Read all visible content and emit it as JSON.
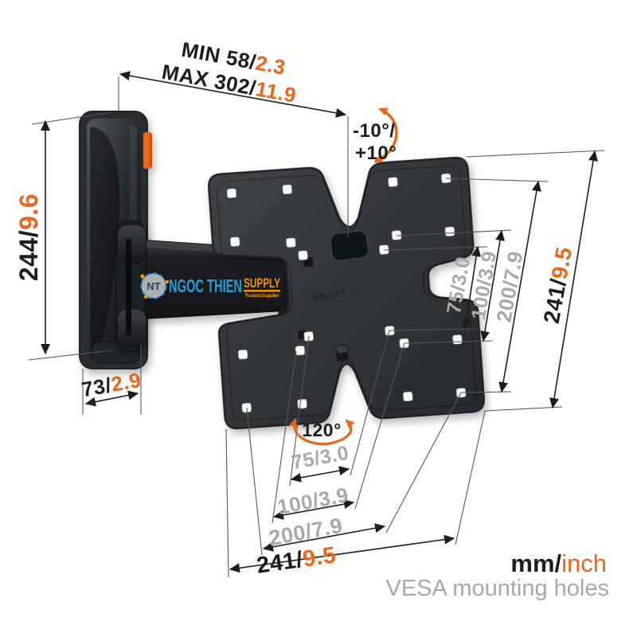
{
  "page": {
    "background": "#ffffff"
  },
  "colors": {
    "accent_orange": "#e8671e",
    "dim_black": "#1d1d1b",
    "dim_gray": "#a9a9a9",
    "plate_dark": "#34383c",
    "logo_blue": "#2b9cd8",
    "logo_orange": "#f39200"
  },
  "dimensions": {
    "extension_min": {
      "mm": "MIN 58/",
      "inch": "2.3"
    },
    "extension_max": {
      "mm": "MAX 302/",
      "inch": "11.9"
    },
    "tilt_line1": "-10°/",
    "tilt_line2": "+10°",
    "height": {
      "mm": "244/",
      "inch": "9.6"
    },
    "depth": {
      "mm": "73/",
      "inch": "2.9"
    },
    "swivel": "120°",
    "right": {
      "d75": "75/3.0",
      "d100": "100/3.9",
      "d200": "200/7.9",
      "d241": {
        "mm": "241/",
        "inch": "9.5"
      }
    },
    "bottom": {
      "d75": "75/3.0",
      "d100": "100/3.9",
      "d200": "200/7.9",
      "d241": {
        "mm": "241/",
        "inch": "9.5"
      }
    }
  },
  "legend": {
    "units_mm": "mm/",
    "units_inch": "inch",
    "note": "VESA mounting holes"
  },
  "watermark": {
    "badge": "NT",
    "name": "NGOC THIEN",
    "suffix": "SUPPLY",
    "tagline": "Trusted Supplier"
  },
  "plate_brand": "vogel's"
}
